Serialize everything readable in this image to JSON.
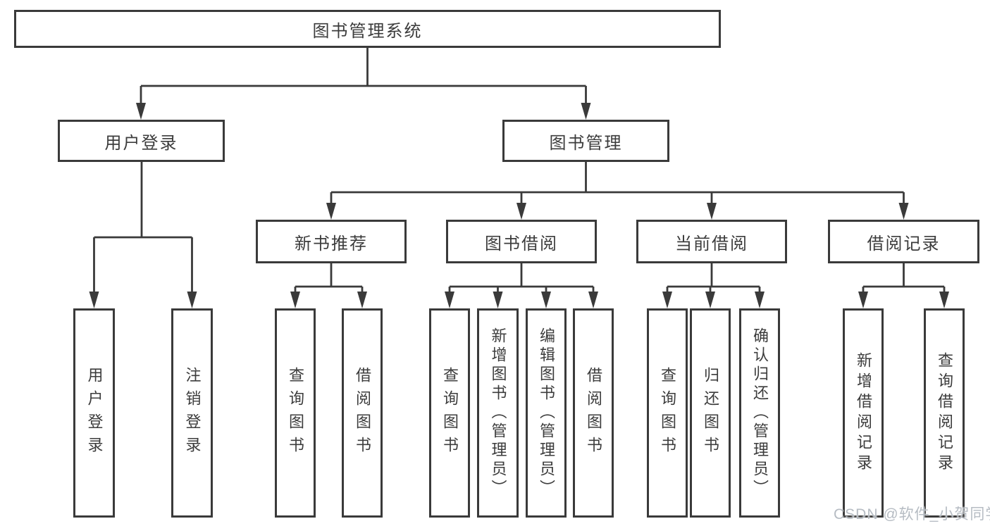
{
  "colors": {
    "line": "#3a3a3a",
    "box_border": "#3a3a3a",
    "text": "#3c3c3c",
    "watermark": "#b2b8c0",
    "background": "#ffffff"
  },
  "tree": {
    "root": {
      "label": "图书管理系统"
    },
    "branches": [
      {
        "label": "用户登录",
        "children": [
          {
            "label": "用户登录"
          },
          {
            "label": "注销登录"
          }
        ]
      },
      {
        "label": "图书管理",
        "children": [
          {
            "label": "新书推荐",
            "children": [
              {
                "label": "查询图书"
              },
              {
                "label": "借阅图书"
              }
            ]
          },
          {
            "label": "图书借阅",
            "children": [
              {
                "label": "查询图书"
              },
              {
                "label": "新增图书（管理员）"
              },
              {
                "label": "编辑图书（管理员）"
              },
              {
                "label": "借阅图书"
              }
            ]
          },
          {
            "label": "当前借阅",
            "children": [
              {
                "label": "查询图书"
              },
              {
                "label": "归还图书"
              },
              {
                "label": "确认归还（管理员）"
              }
            ]
          },
          {
            "label": "借阅记录",
            "children": [
              {
                "label": "新增借阅记录"
              },
              {
                "label": "查询借阅记录"
              }
            ]
          }
        ]
      }
    ]
  },
  "watermark": {
    "text": "CSDN @软件_小贺同学"
  }
}
